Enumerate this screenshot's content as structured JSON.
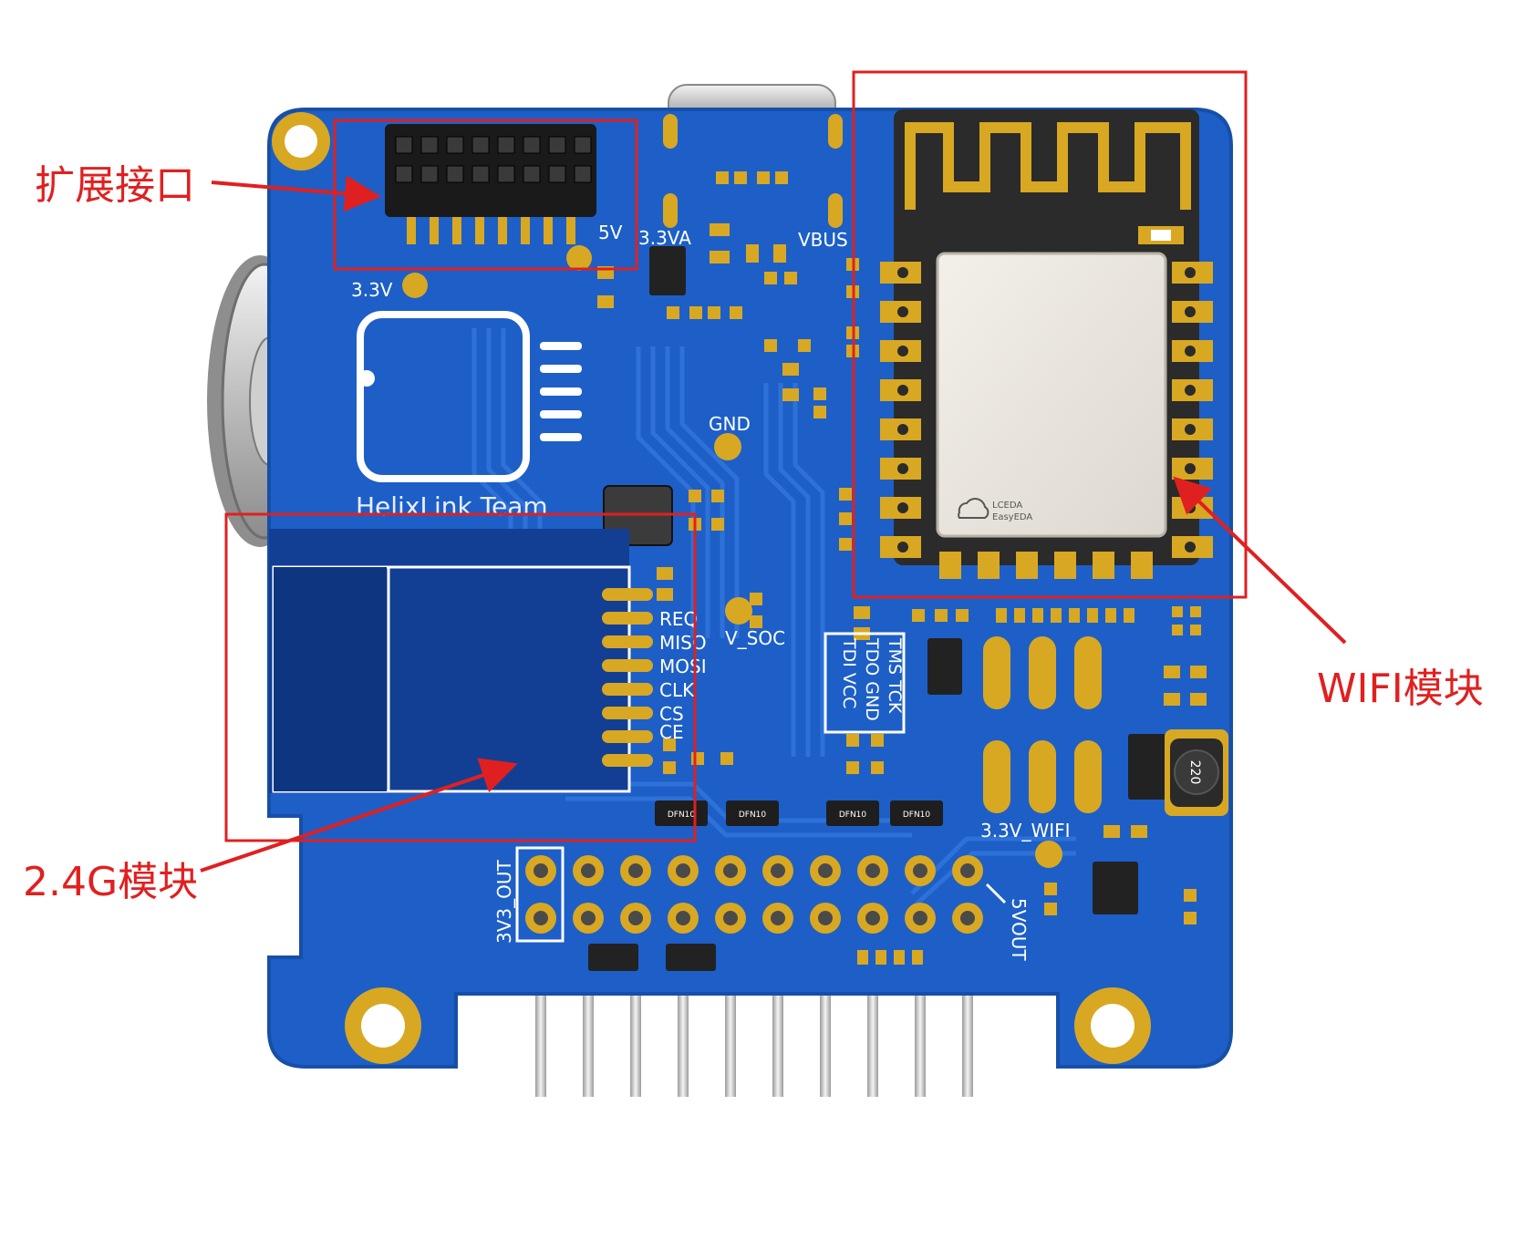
{
  "colors": {
    "pcb": "#1d5fc7",
    "pcb_dark": "#123f93",
    "gold": "#d8a823",
    "annotation": "#e02020",
    "silkscreen": "#ffffff",
    "metal": "#c8c8c8"
  },
  "annotations": {
    "expansion": "扩展接口",
    "wifi": "WIFI模块",
    "rf24": "2.4G模块"
  },
  "board": {
    "brand": "HelixLink Team",
    "labels": {
      "v5": "5V",
      "v33a": "3.3VA",
      "vbus": "VBUS",
      "v33": "3.3V",
      "gnd": "GND",
      "vsoc": "V_SOC",
      "v33wifi": "3.3V_WIFI",
      "out33": "3V3_OUT",
      "out5": "5VOUT",
      "jtag_row1": "TMS TCK",
      "jtag_row2": "TDO GND",
      "jtag_row3": "TDI VCC",
      "inductor": "220"
    },
    "spi_labels": [
      "REQ",
      "MISO",
      "MOSI",
      "CLK",
      "CS",
      "CE"
    ],
    "ic_labels": [
      "DFN10",
      "DFN10",
      "DFN10",
      "DFN10"
    ],
    "module_logo": [
      "LCEDA",
      "EasyEDA"
    ]
  }
}
